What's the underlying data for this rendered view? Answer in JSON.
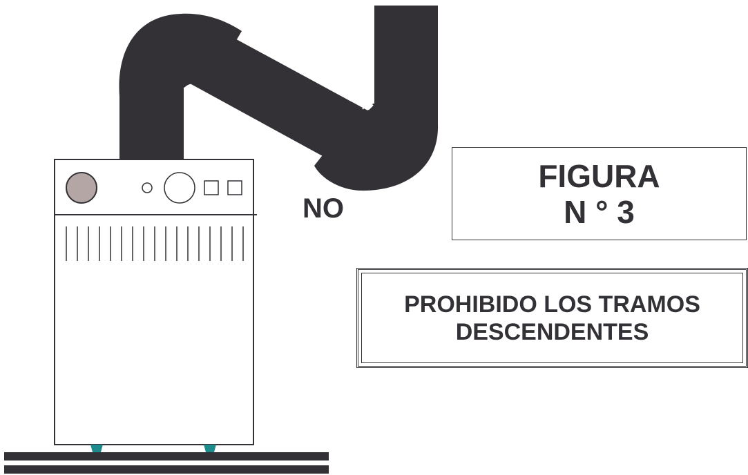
{
  "warning_label": "NO",
  "figure": {
    "line1": "FIGURA",
    "line2": "N ° 3"
  },
  "notice": {
    "line1": "PROHIBIDO LOS TRAMOS",
    "line2": "DESCENDENTES"
  },
  "colors": {
    "pipe": "#333136",
    "dial": "#b3a6a4",
    "feet": "#1e8c8c",
    "outline": "#333136",
    "background": "#ffffff"
  }
}
